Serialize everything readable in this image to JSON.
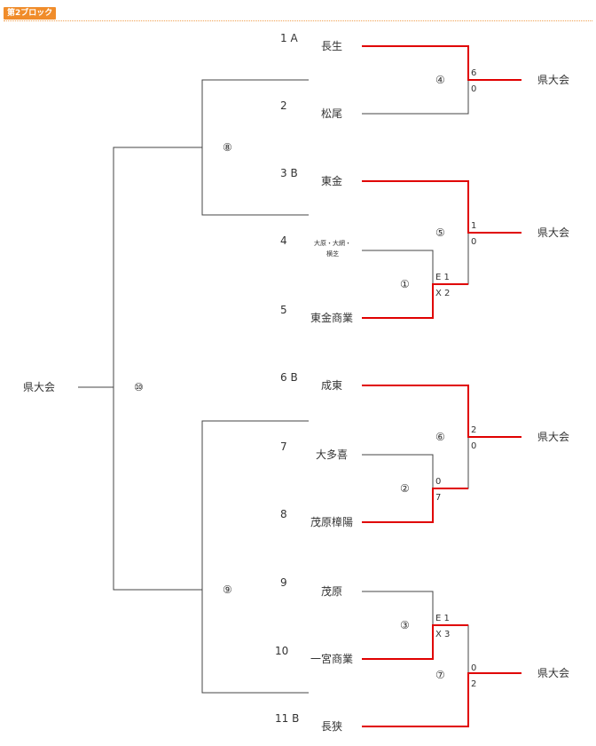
{
  "header": {
    "block_label": "第2ブロック"
  },
  "seeds": [
    "1 A",
    "2",
    "3 B",
    "4",
    "5",
    "6 B",
    "7",
    "8",
    "9",
    "10",
    "11 B"
  ],
  "teams": [
    "長生",
    "松尾",
    "東金",
    "大原・大網・\n横芝",
    "東金商業",
    "成東",
    "大多喜",
    "茂原樟陽",
    "茂原",
    "一宮商業",
    "長狭"
  ],
  "matches": [
    "①",
    "②",
    "③",
    "④",
    "⑤",
    "⑥",
    "⑦",
    "⑧",
    "⑨",
    "⑩"
  ],
  "scores": {
    "m1": [
      "E 1",
      "X 2"
    ],
    "m2": [
      "0",
      "7"
    ],
    "m3": [
      "E 1",
      "X 3"
    ],
    "m4": [
      "6",
      "0"
    ],
    "m5": [
      "1",
      "0"
    ],
    "m6": [
      "2",
      "0"
    ],
    "m7": [
      "0",
      "2"
    ]
  },
  "results": [
    "県大会",
    "県大会",
    "県大会",
    "県大会",
    "県大会"
  ],
  "colors": {
    "winner_line": "#e00000",
    "line": "#333333",
    "tag_bg": "#f08c2a"
  }
}
